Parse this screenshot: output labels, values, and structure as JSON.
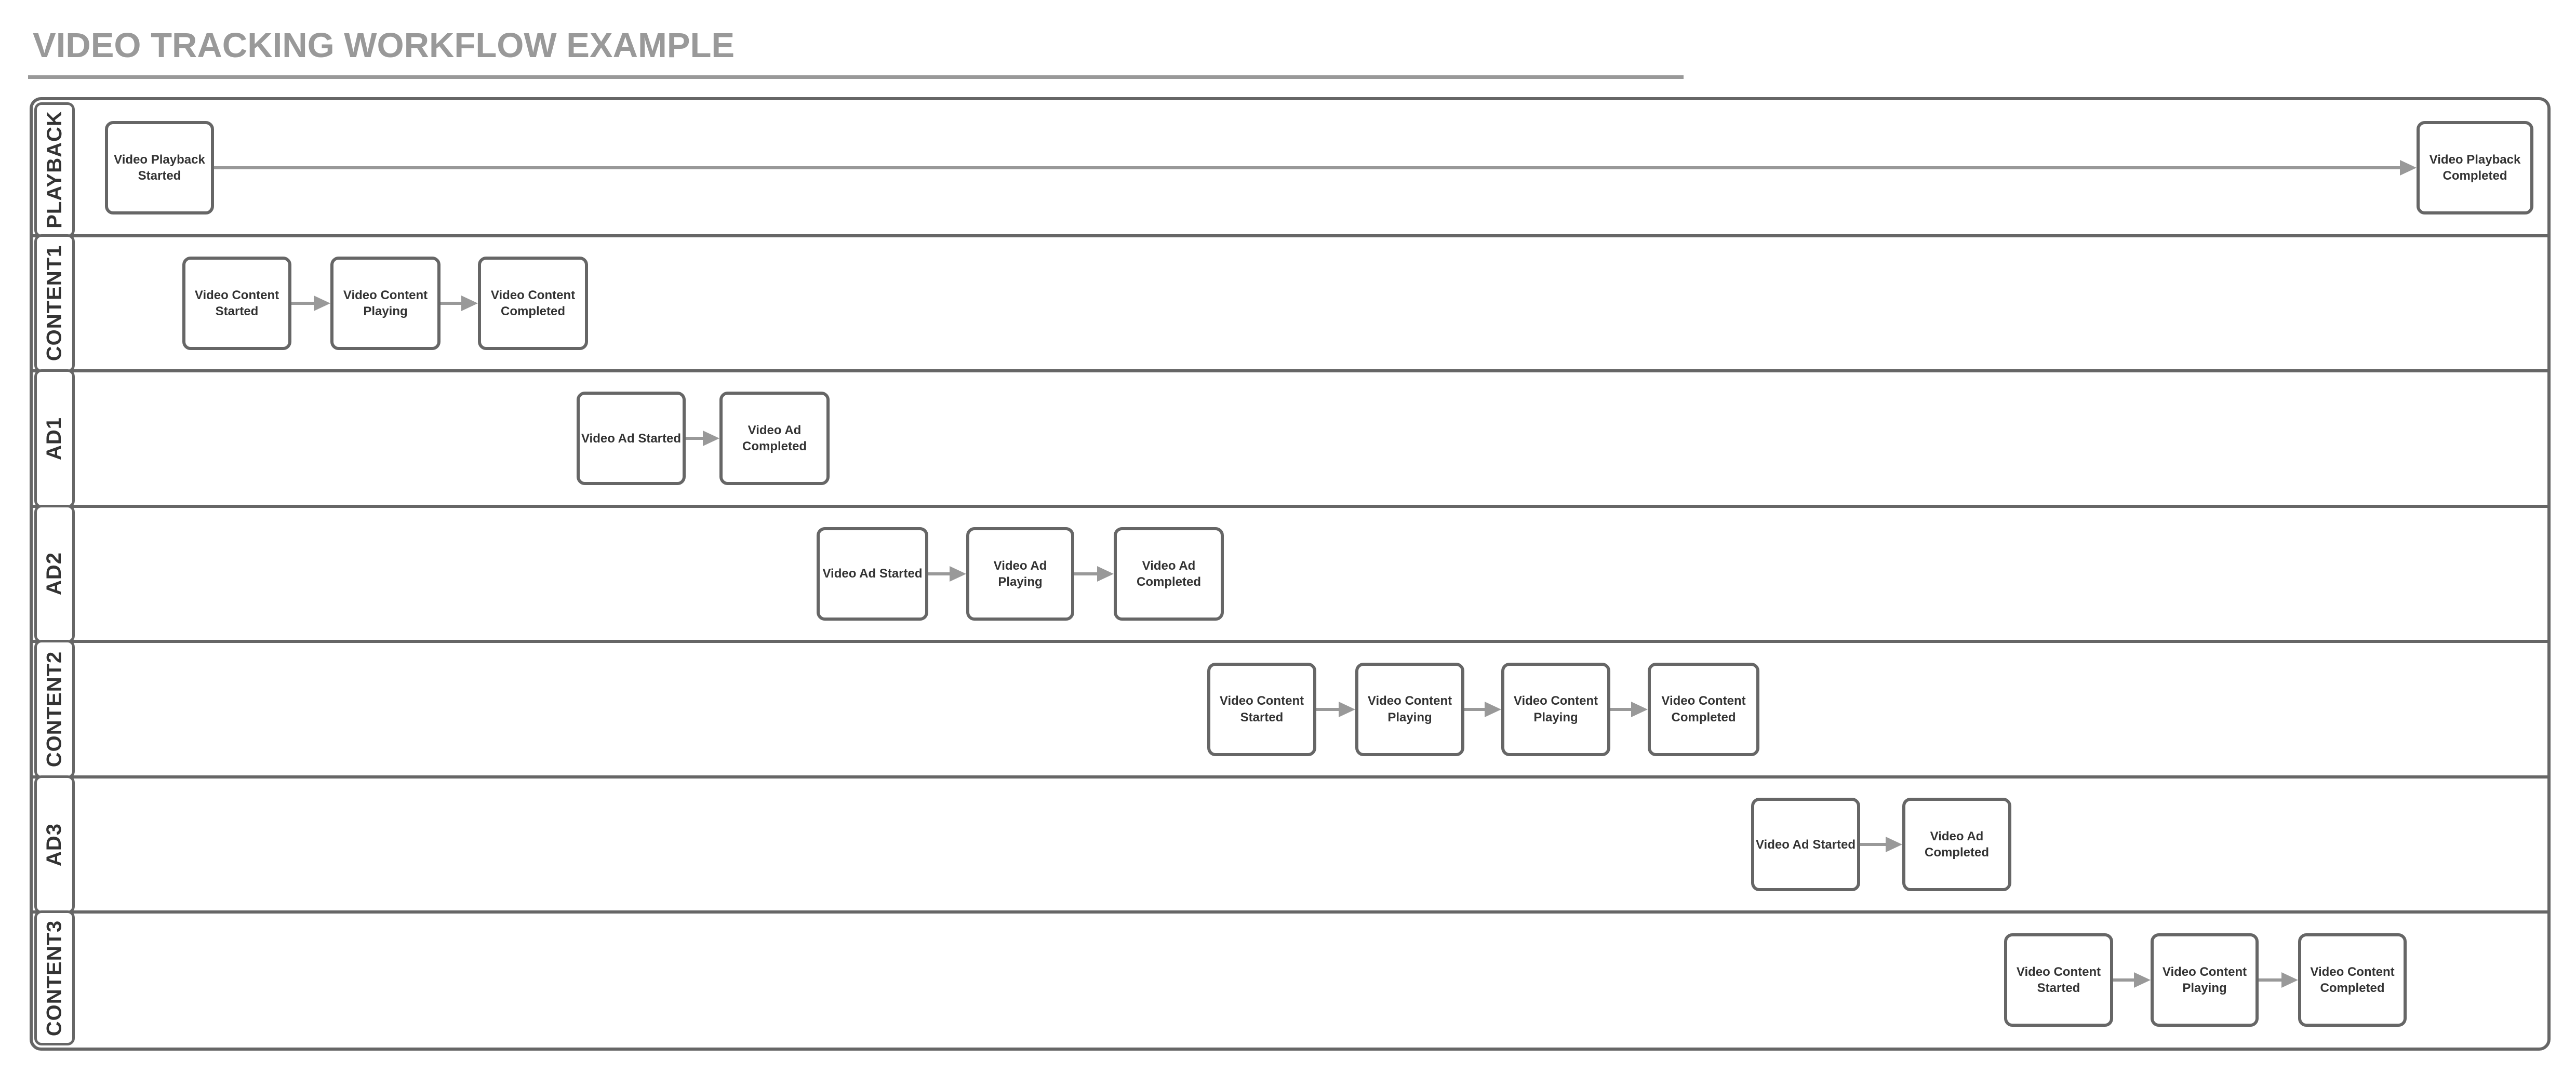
{
  "title": "VIDEO TRACKING WORKFLOW EXAMPLE",
  "colors": {
    "heading": "#999999",
    "lane_and_node_border": "#666666",
    "connector": "#999999",
    "node_text": "#333333",
    "background": "#ffffff"
  },
  "diagram": {
    "lanes": [
      {
        "label": "PLAYBACK",
        "nodes": [
          "Video Playback Started",
          "Video Playback Completed"
        ]
      },
      {
        "label": "CONTENT1",
        "nodes": [
          "Video Content Started",
          "Video Content Playing",
          "Video Content Completed"
        ]
      },
      {
        "label": "AD1",
        "nodes": [
          "Video Ad Started",
          "Video Ad Completed"
        ]
      },
      {
        "label": "AD2",
        "nodes": [
          "Video Ad Started",
          "Video Ad Playing",
          "Video Ad Completed"
        ]
      },
      {
        "label": "CONTENT2",
        "nodes": [
          "Video Content Started",
          "Video Content Playing",
          "Video Content Playing",
          "Video Content Completed"
        ]
      },
      {
        "label": "AD3",
        "nodes": [
          "Video Ad Started",
          "Video Ad Completed"
        ]
      },
      {
        "label": "CONTENT3",
        "nodes": [
          "Video Content Started",
          "Video Content Playing",
          "Video Content Completed"
        ]
      }
    ]
  }
}
